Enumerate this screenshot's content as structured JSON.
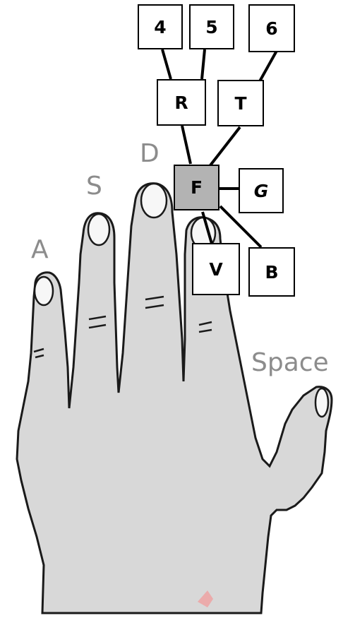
{
  "fingers": {
    "pinky": "A",
    "ring": "S",
    "middle": "D",
    "thumb": "Space"
  },
  "keys": {
    "k4": "4",
    "k5": "5",
    "k6": "6",
    "R": "R",
    "T": "T",
    "F": "F",
    "G": "G",
    "V": "V",
    "B": "B"
  },
  "colors": {
    "skin": "#d8d8d8",
    "outline": "#1a1a1a",
    "home_key": "#b3b3b3",
    "label_gray": "#8c8c8c"
  }
}
